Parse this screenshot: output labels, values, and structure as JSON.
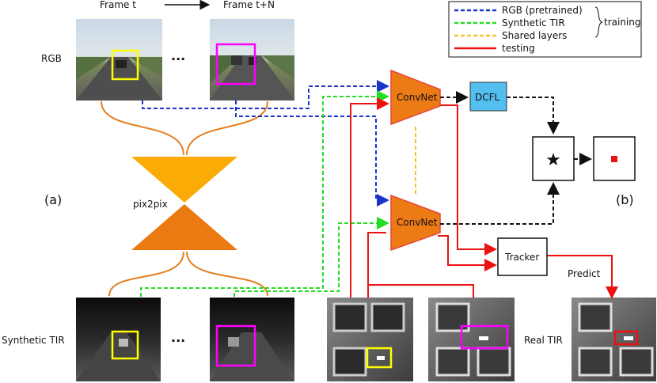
{
  "labels": {
    "frame_t": "Frame t",
    "frame_tn": "Frame t+N",
    "rgb": "RGB",
    "pix2pix": "pix2pix",
    "synthetic_tir": "Synthetic TIR",
    "panel_a": "(a)",
    "panel_b": "(b)",
    "convnet_top": "ConvNet",
    "convnet_bottom": "ConvNet",
    "dcfl": "DCFL",
    "tracker": "Tracker",
    "predict": "Predict",
    "real_tir": "Real TIR",
    "ellipsis_top": "···",
    "ellipsis_bottom": "···"
  },
  "legend": {
    "items": [
      {
        "label": "RGB (pretrained)",
        "color": "#1a33cc",
        "style": "dashed"
      },
      {
        "label": "Synthetic TIR",
        "color": "#22dd22",
        "style": "dashed"
      },
      {
        "label": "Shared layers",
        "color": "#f2c229",
        "style": "dashed"
      },
      {
        "label": "testing",
        "color": "#ee1111",
        "style": "solid"
      }
    ],
    "group_label": "training"
  },
  "colors": {
    "convnet_fill": "#ec7a15",
    "convnet_stroke": "#e8453c",
    "pix2pix_top": "#fbab05",
    "pix2pix_bottom": "#eb7a12",
    "dcfl_fill": "#52bfee",
    "rgb_box": "#ffff00",
    "rgb_box2": "#ff00ff",
    "predict_box": "#ee1111",
    "curve": "#e57f1e"
  }
}
